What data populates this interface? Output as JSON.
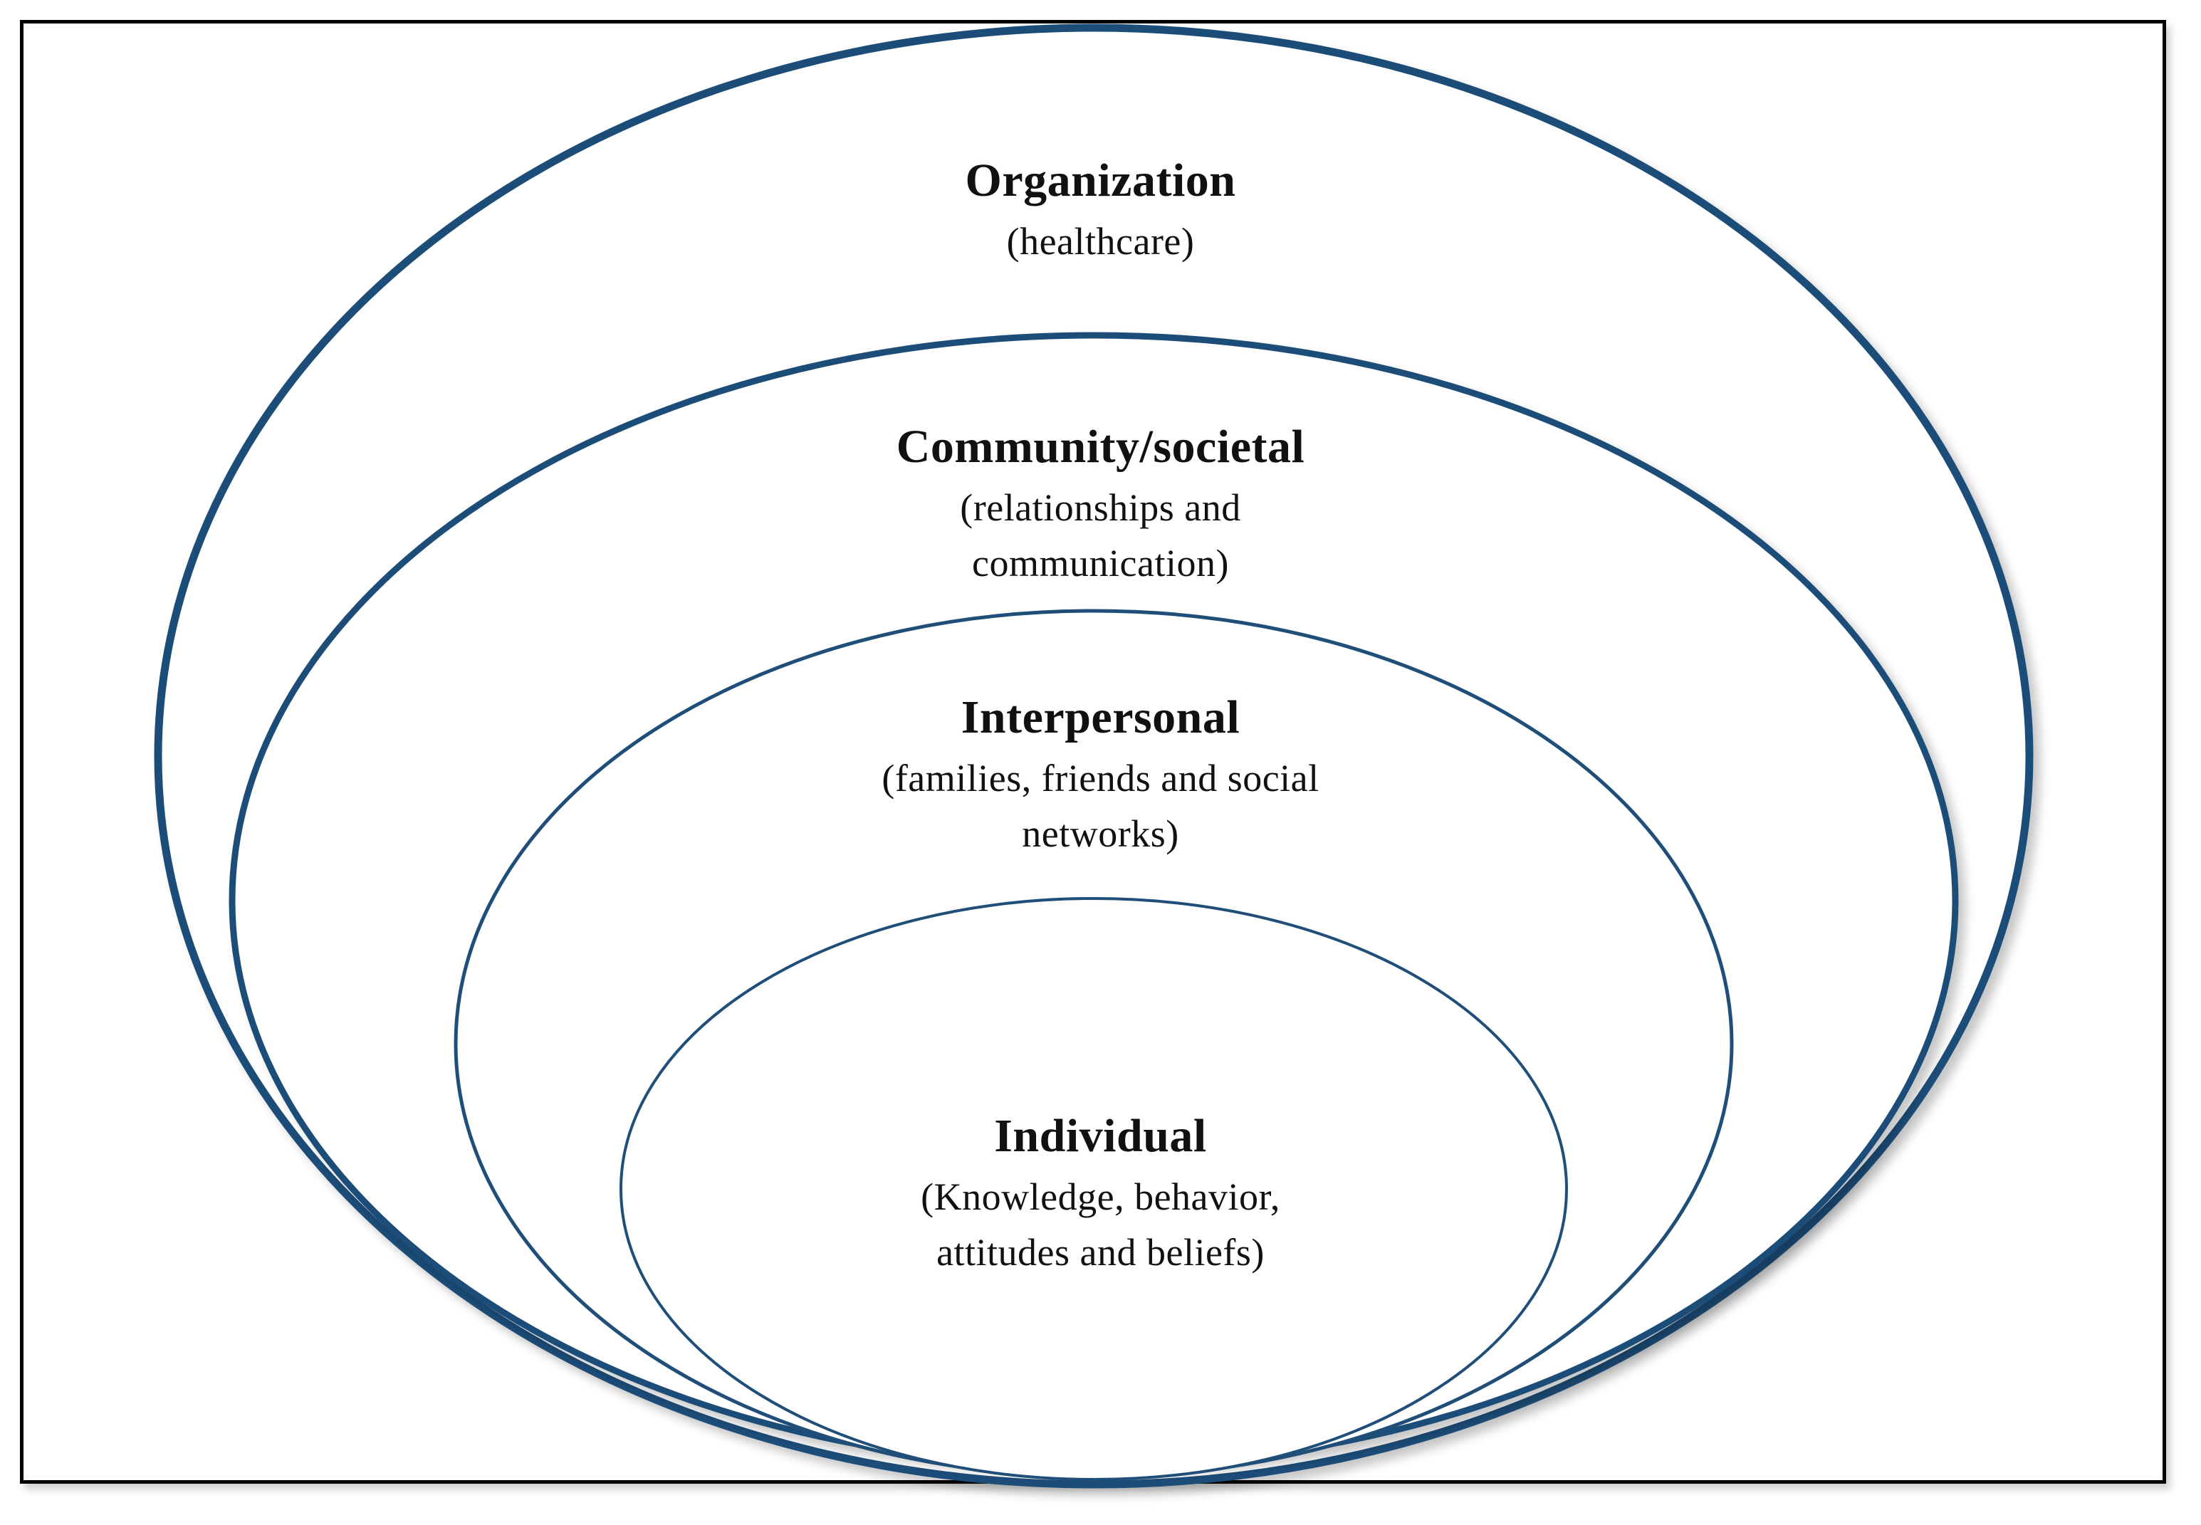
{
  "diagram": {
    "levels": [
      {
        "key": "organization",
        "title": "Organization",
        "description": "(healthcare)"
      },
      {
        "key": "community",
        "title": "Community/societal",
        "description": "(relationships and communication)"
      },
      {
        "key": "interpersonal",
        "title": "Interpersonal",
        "description": "(families, friends and social networks)"
      },
      {
        "key": "individual",
        "title": "Individual",
        "description": "(Knowledge, behavior, attitudes and beliefs)"
      }
    ],
    "colors": {
      "ring_stroke": "#1f4e79",
      "frame_border": "#000000",
      "text": "#111111",
      "background": "#ffffff"
    }
  }
}
